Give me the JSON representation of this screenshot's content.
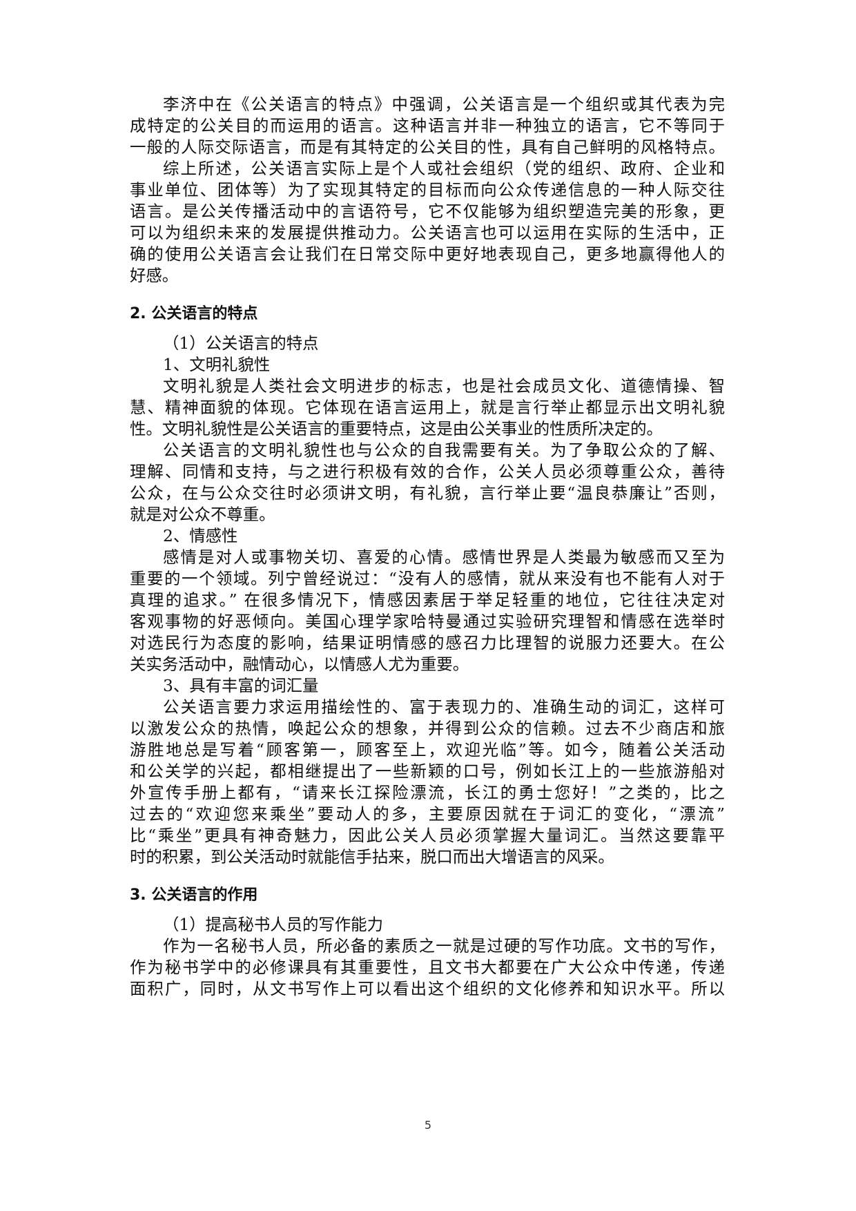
{
  "document": {
    "paragraphs_intro": [
      {
        "lines": [
          "李济中在《公关语言的特点》中强调，公关语言是一个组织或其代表为完",
          "成特定的公关目的而运用的语言。这种语言并非一种独立的语言，它不等同于",
          "一般的人际交际语言，而是有其特定的公关目的性，具有自己鲜明的风格特点。"
        ]
      },
      {
        "lines": [
          "综上所述，公关语言实际上是个人或社会组织（党的组织、政府、企业和",
          "事业单位、团体等）为了实现其特定的目标而向公众传递信息的一种人际交往",
          "语言。是公关传播活动中的言语符号，它不仅能够为组织塑造完美的形象，更",
          "可以为组织未来的发展提供推动力。公关语言也可以运用在实际的生活中，正",
          "确的使用公关语言会让我们在日常交际中更好地表现自己，更多地赢得他人的",
          "好感。"
        ]
      }
    ],
    "section2": {
      "heading": "2. 公关语言的特点",
      "subheading": "（1）公关语言的特点",
      "item1_title": "1、文明礼貌性",
      "item1_p1": [
        "文明礼貌是人类社会文明进步的标志，也是社会成员文化、道德情操、智",
        "慧、精神面貌的体现。它体现在语言运用上，就是言行举止都显示出文明礼貌",
        "性。文明礼貌性是公关语言的重要特点，这是由公关事业的性质所决定的。"
      ],
      "item1_p2": [
        "公关语言的文明礼貌性也与公众的自我需要有关。为了争取公众的了解、",
        "理解、同情和支持，与之进行积极有效的合作，公关人员必须尊重公众，善待",
        "公众，在与公众交往时必须讲文明，有礼貌，言行举止要“温良恭廉让”否则，",
        "就是对公众不尊重。"
      ],
      "item2_title": "2、情感性",
      "item2_p1": [
        "感情是对人或事物关切、喜爱的心情。感情世界是人类最为敏感而又至为",
        "重要的一个领域。列宁曾经说过：“没有人的感情，就从来没有也不能有人对于",
        "真理的追求。” 在很多情况下，情感因素居于举足轻重的地位，它往往决定对",
        "客观事物的好恶倾向。美国心理学家哈特曼通过实验研究理智和情感在选举时",
        "对选民行为态度的影响，结果证明情感的感召力比理智的说服力还要大。在公",
        "关实务活动中，融情动心，以情感人尤为重要。"
      ],
      "item3_title": "3、具有丰富的词汇量",
      "item3_p1": [
        "公关语言要力求运用描绘性的、富于表现力的、准确生动的词汇，这样可",
        "以激发公众的热情，唤起公众的想象，并得到公众的信赖。过去不少商店和旅",
        "游胜地总是写着“顾客第一，顾客至上，欢迎光临”等。如今，随着公关活动",
        "和公关学的兴起，都相继提出了一些新颖的口号，例如长江上的一些旅游船对",
        "外宣传手册上都有，“请来长江探险漂流，长江的勇士您好！”之类的，比之",
        "过去的“欢迎您来乘坐”要动人的多，主要原因就在于词汇的变化，“漂流”",
        "比“乘坐”更具有神奇魅力，因此公关人员必须掌握大量词汇。当然这要靠平",
        "时的积累，到公关活动时就能信手拈来，脱口而出大增语言的风采。"
      ]
    },
    "section3": {
      "heading": "3. 公关语言的作用",
      "subheading": "（1）提高秘书人员的写作能力",
      "p1": [
        "作为一名秘书人员，所必备的素质之一就是过硬的写作功底。文书的写作，",
        "作为秘书学中的必修课具有其重要性，且文书大都要在广大公众中传递，传递",
        "面积广，同时，从文书写作上可以看出这个组织的文化修养和知识水平。所以"
      ]
    },
    "page_number": "5"
  }
}
